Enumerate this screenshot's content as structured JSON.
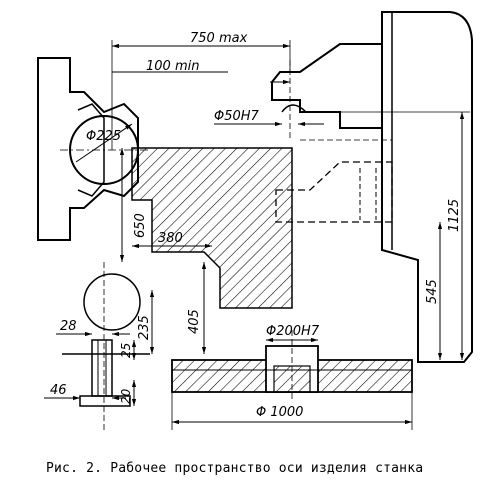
{
  "labels": {
    "dim_750": "750 max",
    "dim_100": "100 min",
    "dim_50": "Φ50H7",
    "dim_225": "Φ225",
    "dim_650": "650",
    "dim_380": "380",
    "dim_1125": "1125",
    "dim_545": "545",
    "dim_405": "405",
    "dim_28": "28",
    "dim_25": "25",
    "dim_235": "235",
    "dim_200": "Φ200H7",
    "dim_46": "46",
    "dim_20": "20",
    "dim_1000": "Φ 1000"
  },
  "caption": "Рис. 2. Рабочее пространство оси изделия станка"
}
